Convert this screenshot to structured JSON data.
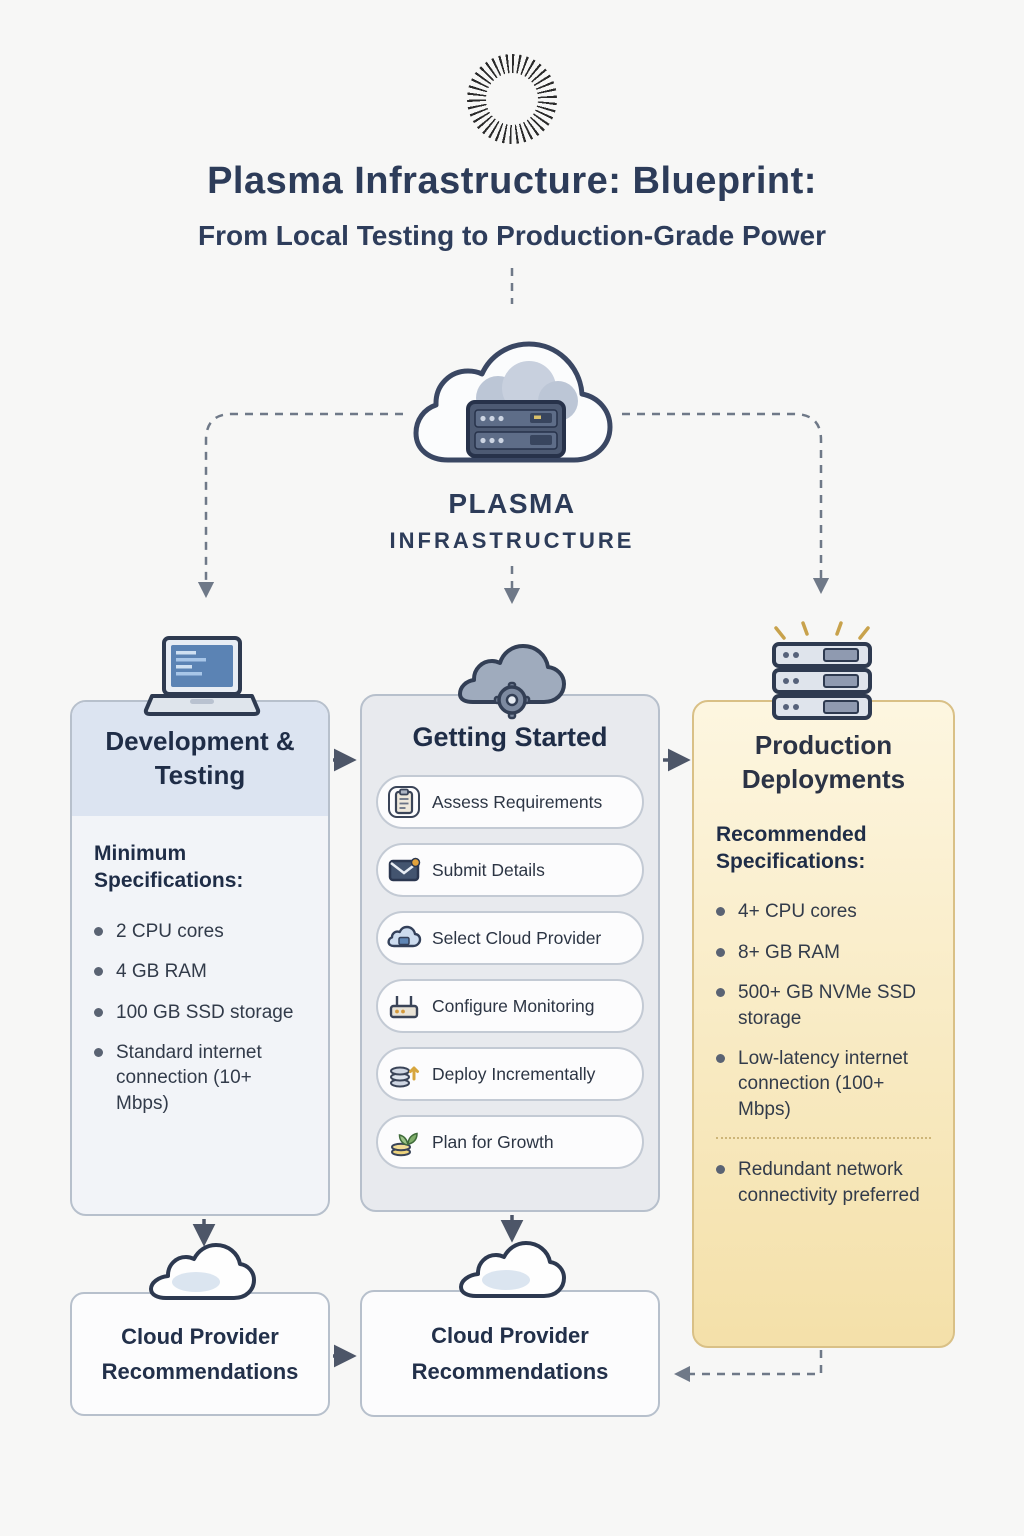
{
  "title": {
    "line1": "Plasma Infrastructure: Blueprint:",
    "line2": "From Local Testing to Production-Grade Power"
  },
  "hub": {
    "label_line1": "PLASMA",
    "label_line2": "INFRASTRUCTURE"
  },
  "columns": {
    "dev": {
      "title": "Development & Testing",
      "subtitle": "Minimum Specifications:",
      "bullets": [
        "2 CPU cores",
        "4 GB RAM",
        "100 GB SSD storage",
        "Standard internet connection (10+ Mbps)"
      ]
    },
    "getting_started": {
      "title": "Getting Started",
      "steps": [
        "Assess Requirements",
        "Submit Details",
        "Select Cloud Provider",
        "Configure Monitoring",
        "Deploy Incrementally",
        "Plan for Growth"
      ]
    },
    "production": {
      "title": "Production Deployments",
      "subtitle": "Recommended Specifications:",
      "bullets": [
        "4+ CPU cores",
        "8+ GB RAM",
        "500+ GB NVMe SSD storage",
        "Low-latency internet connection (100+ Mbps)"
      ],
      "extra_bullet": "Redundant network connectivity preferred"
    }
  },
  "footer": {
    "left_box": "Cloud Provider Recommendations",
    "middle_box": "Cloud Provider Recommendations"
  },
  "icons": {
    "logo": "spiral-burst",
    "hub": "cloud-with-servers",
    "dev_column": "laptop",
    "getting_started_column": "cloud-gear",
    "production_column": "server-rack-with-rays",
    "steps": [
      "clipboard",
      "envelope",
      "cloud",
      "monitoring-router",
      "stacked-disks-up-arrow",
      "coin-sprout"
    ],
    "footer_boxes": "cloud"
  },
  "colors": {
    "title_navy": "#2d3c59",
    "dev_header_bg": "#dce4f1",
    "card_border": "#b7c0cc",
    "middle_card_bg": "#e8eaee",
    "production_bg_top": "#fdf6e0",
    "production_bg_bottom": "#f4e0a9",
    "production_border": "#d9c086",
    "solid_arrow": "#4d5668",
    "dashed_line": "#6f7988"
  }
}
